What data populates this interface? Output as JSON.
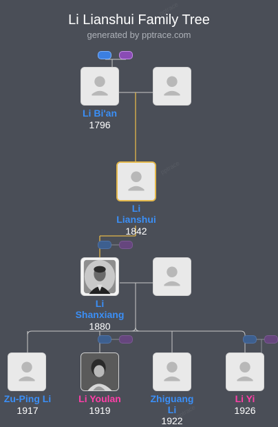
{
  "header": {
    "title": "Li Lianshui Family Tree",
    "subtitle": "generated by pptrace.com"
  },
  "colors": {
    "background": "#4a4e57",
    "male_name": "#3b8ff6",
    "female_name": "#ff3fa8",
    "highlight_border": "#e4b84a",
    "lineage_line": "#e4b84a",
    "connector_line": "#c9c9c9"
  },
  "people": {
    "li_bian": {
      "name": "Li Bi'an",
      "year": "1796",
      "gender": "male",
      "photo": "placeholder"
    },
    "li_bian_spouse": {
      "photo": "placeholder"
    },
    "li_lianshui": {
      "name_line1": "Li",
      "name_line2": "Lianshui",
      "year": "1842",
      "gender": "male",
      "photo": "placeholder",
      "highlighted": true
    },
    "li_shanxiang": {
      "name_line1": "Li",
      "name_line2": "Shanxiang",
      "year": "1880",
      "gender": "male",
      "photo": "portrait"
    },
    "li_shanxiang_spouse": {
      "photo": "placeholder"
    },
    "zu_ping_li": {
      "name": "Zu-Ping Li",
      "year": "1917",
      "gender": "male",
      "photo": "placeholder"
    },
    "li_youlan": {
      "name": "Li Youlan",
      "year": "1919",
      "gender": "female",
      "photo": "portrait"
    },
    "zhiguang_li": {
      "name_line1": "Zhiguang",
      "name_line2": "Li",
      "year": "1922",
      "gender": "male",
      "photo": "placeholder"
    },
    "li_yi": {
      "name": "Li Yi",
      "year": "1926",
      "gender": "female",
      "photo": "placeholder"
    }
  }
}
